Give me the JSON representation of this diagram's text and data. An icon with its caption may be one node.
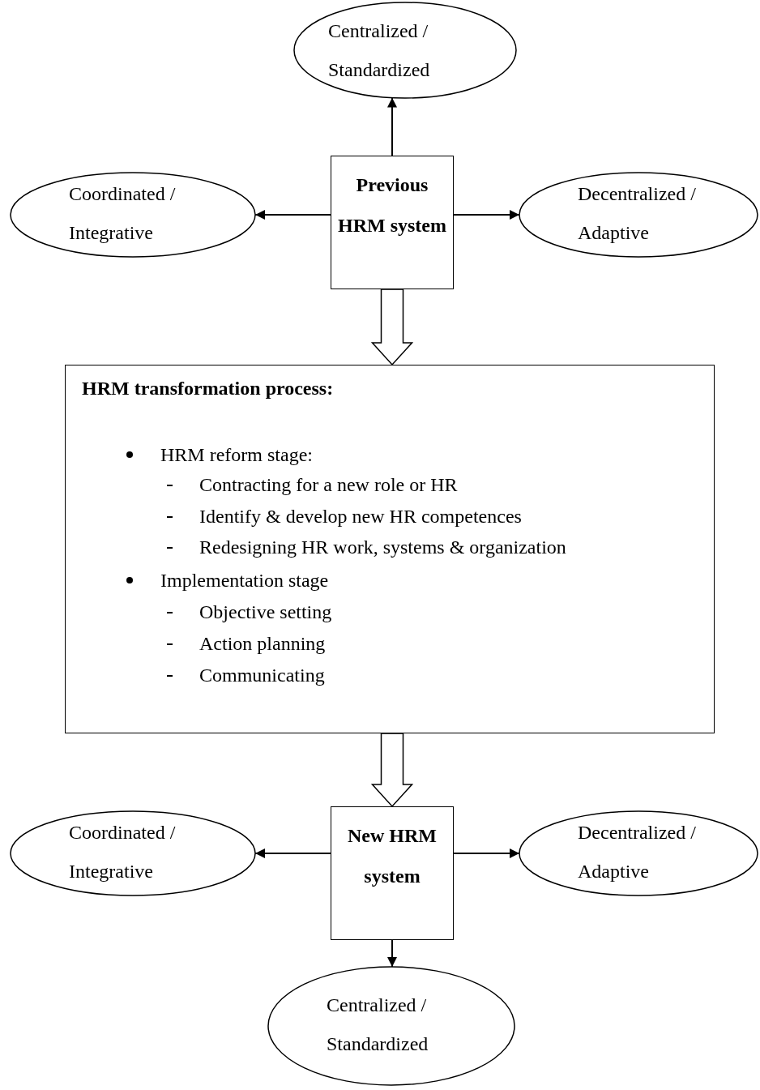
{
  "diagram": {
    "nodes": [
      {
        "text": [
          "Centralized / Standardized"
        ]
      },
      {
        "text": [
          "Coordinated / Integrative"
        ]
      },
      {
        "text": [
          "Previous HRM system"
        ]
      },
      {
        "text": [
          "Decentralized / Adaptive"
        ]
      },
      {
        "text": [
          "HRM transformation process:",
          "HRM reform stage:",
          "Contracting for a new role or HR",
          "Identify & develop new HR competences",
          "Redesigning HR work, systems & organization",
          "Implementation stage",
          "Objective setting",
          "Action planning",
          "Communicating"
        ]
      },
      {
        "text": [
          "Coordinated / Integrative"
        ]
      },
      {
        "text": [
          "New HRM system"
        ]
      },
      {
        "text": [
          "Decentralized / Adaptive"
        ]
      },
      {
        "text": [
          "Centralized / Standardized"
        ]
      }
    ],
    "edges": [
      {
        "from": 2,
        "to": 0,
        "arrow": "to"
      },
      {
        "from": 2,
        "to": 1,
        "arrow": "to"
      },
      {
        "from": 2,
        "to": 3,
        "arrow": "to"
      },
      {
        "from": 2,
        "to": 4,
        "arrow": "to",
        "style": "thick"
      },
      {
        "from": 4,
        "to": 6,
        "arrow": "to",
        "style": "thick"
      },
      {
        "from": 6,
        "to": 5,
        "arrow": "to"
      },
      {
        "from": 6,
        "to": 7,
        "arrow": "to"
      },
      {
        "from": 6,
        "to": 8,
        "arrow": "to"
      }
    ]
  }
}
